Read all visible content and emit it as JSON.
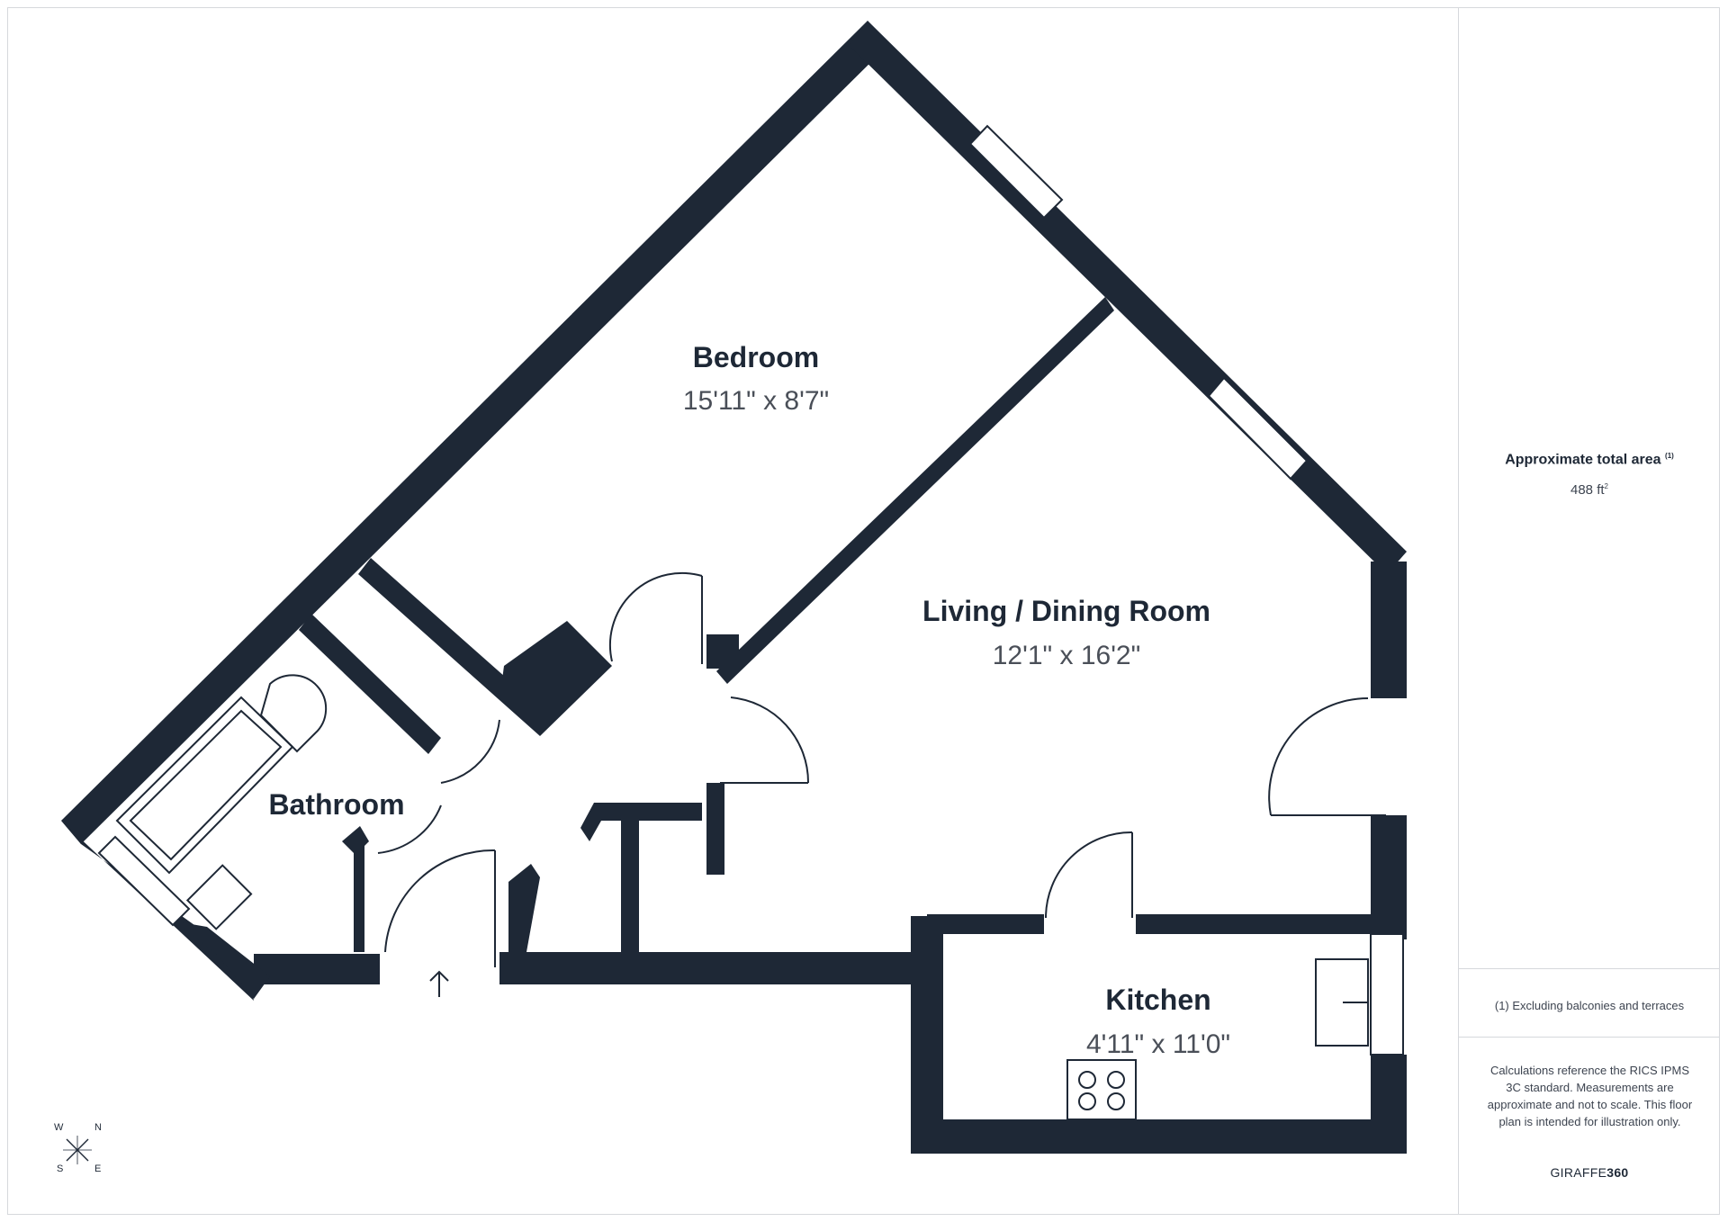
{
  "rooms": [
    {
      "name": "Bedroom",
      "dims": "15'11\" x 8'7\""
    },
    {
      "name": "Living / Dining Room",
      "dims": "12'1\" x 16'2\""
    },
    {
      "name": "Bathroom",
      "dims": ""
    },
    {
      "name": "Kitchen",
      "dims": "4'11\" x 11'0\""
    }
  ],
  "summary": {
    "area_label": "Approximate total area",
    "area_label_note": "(1)",
    "area_value": "488 ft",
    "area_unit_sup": "2",
    "footnote": "(1) Excluding balconies and terraces",
    "disclaimer": "Calculations reference the RICS IPMS 3C standard. Measurements are approximate and not to scale. This floor plan is intended for illustration only.",
    "brand_light": "GIRAFFE",
    "brand_bold": "360"
  },
  "compass": {
    "w": "W",
    "n": "N",
    "s": "S",
    "e": "E"
  },
  "colors": {
    "wall": "#1e2836",
    "text": "#1e2836",
    "muted": "#4a4f58",
    "border": "#d6d8dc"
  }
}
